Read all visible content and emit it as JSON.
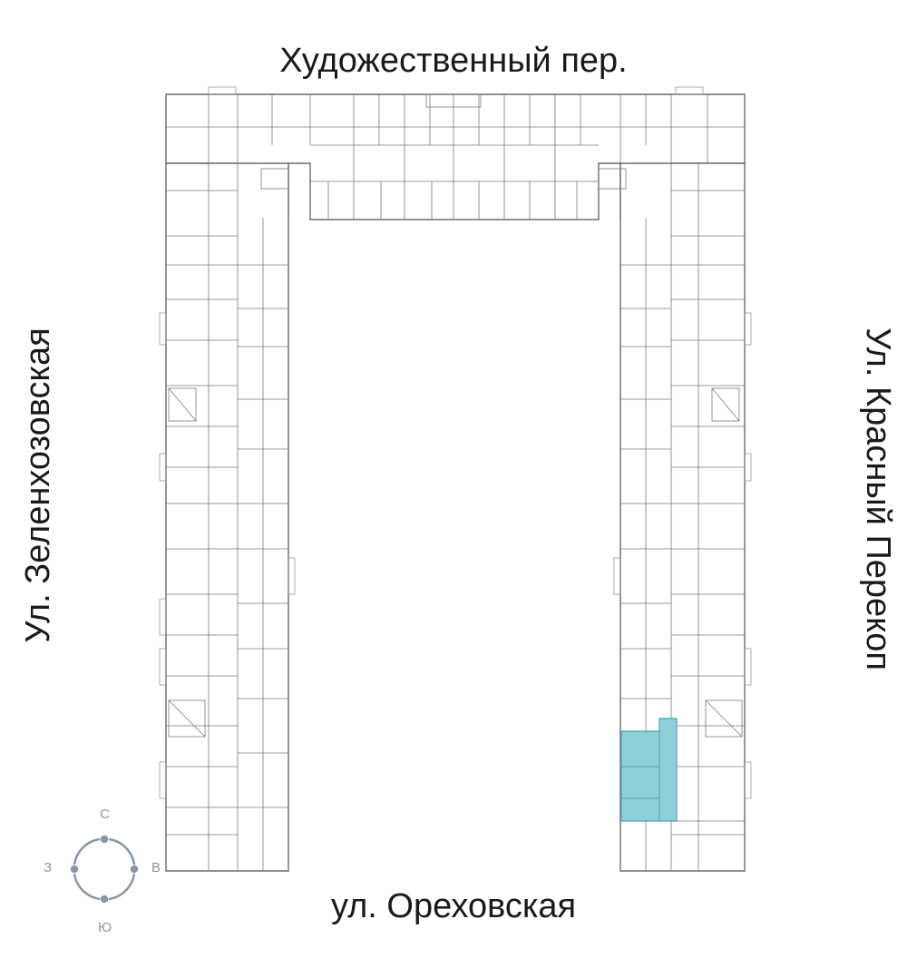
{
  "streets": {
    "top": "Художественный пер.",
    "bottom": "ул. Ореховская",
    "left": "Ул. Зеленхозовская",
    "right": "Ул. Красный Перекоп"
  },
  "compass": {
    "north": "С",
    "south": "Ю",
    "west": "З",
    "east": "В"
  },
  "colors": {
    "wall": "#6b6b6b",
    "highlight": "#8fcfd8",
    "highlight_border": "#4aa5b4",
    "compass": "#8a96a8"
  },
  "selected_unit": {
    "section": "east wing, south end",
    "state": "highlighted"
  }
}
